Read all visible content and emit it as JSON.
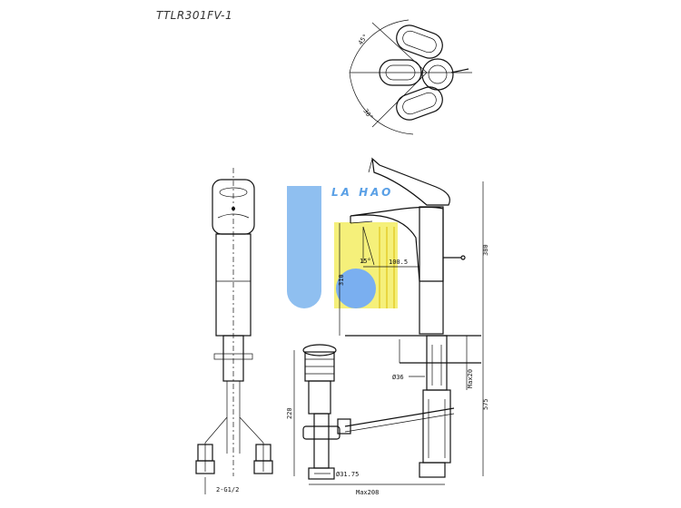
{
  "title": "TTLR301FV-1",
  "watermark": {
    "text": "LA HAO",
    "colors": {
      "blue": "#8fbff0",
      "yellow": "#f5f07a",
      "text": "#5aa0e6"
    }
  },
  "dimensions": {
    "angle_top": "45°",
    "angle_side": "30°",
    "angle_spout": "15°",
    "spout_reach": "100.5",
    "spout_height": "310",
    "overall_height": "380",
    "lift_rod": "Max20",
    "hole": "Ø36",
    "body_length": "575",
    "drain_height": "220",
    "drain_dia": "Ø31.75",
    "thread": "2-G1/2",
    "max_width": "Max208"
  }
}
